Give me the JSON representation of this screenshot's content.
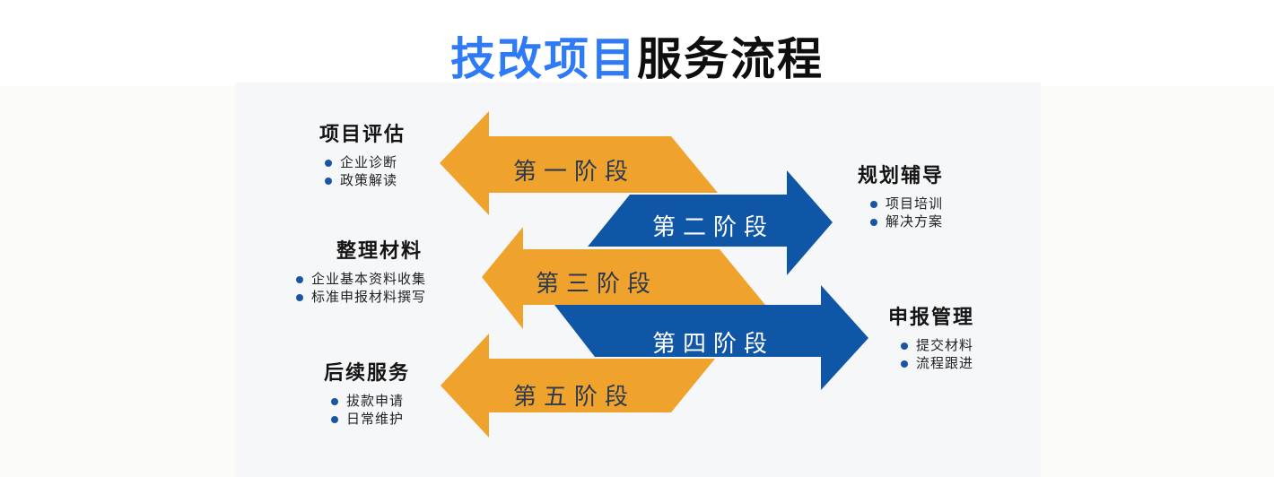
{
  "title": {
    "highlight": "技改项目",
    "rest": "服务流程"
  },
  "colors": {
    "orange": "#F0A32C",
    "blue": "#0F57A6",
    "title_blue": "#2E7BF5",
    "stage_text_dark": "#2A3950",
    "stage_text_light": "#FFFFFF",
    "bullet_dot": "#1A56A0",
    "panel_bg": "#F6F7F9"
  },
  "stages": [
    {
      "label": "第一阶段",
      "color": "orange",
      "direction": "left"
    },
    {
      "label": "第二阶段",
      "color": "blue",
      "direction": "right"
    },
    {
      "label": "第三阶段",
      "color": "orange",
      "direction": "left"
    },
    {
      "label": "第四阶段",
      "color": "blue",
      "direction": "right"
    },
    {
      "label": "第五阶段",
      "color": "orange",
      "direction": "left"
    }
  ],
  "blocks": [
    {
      "title": "项目评估",
      "side": "left",
      "items": [
        "企业诊断",
        "政策解读"
      ]
    },
    {
      "title": "规划辅导",
      "side": "right",
      "items": [
        "项目培训",
        "解决方案"
      ]
    },
    {
      "title": "整理材料",
      "side": "left",
      "items": [
        "企业基本资料收集",
        "标准申报材料撰写"
      ]
    },
    {
      "title": "申报管理",
      "side": "right",
      "items": [
        "提交材料",
        "流程跟进"
      ]
    },
    {
      "title": "后续服务",
      "side": "left",
      "items": [
        "拔款申请",
        "日常维护"
      ]
    }
  ]
}
